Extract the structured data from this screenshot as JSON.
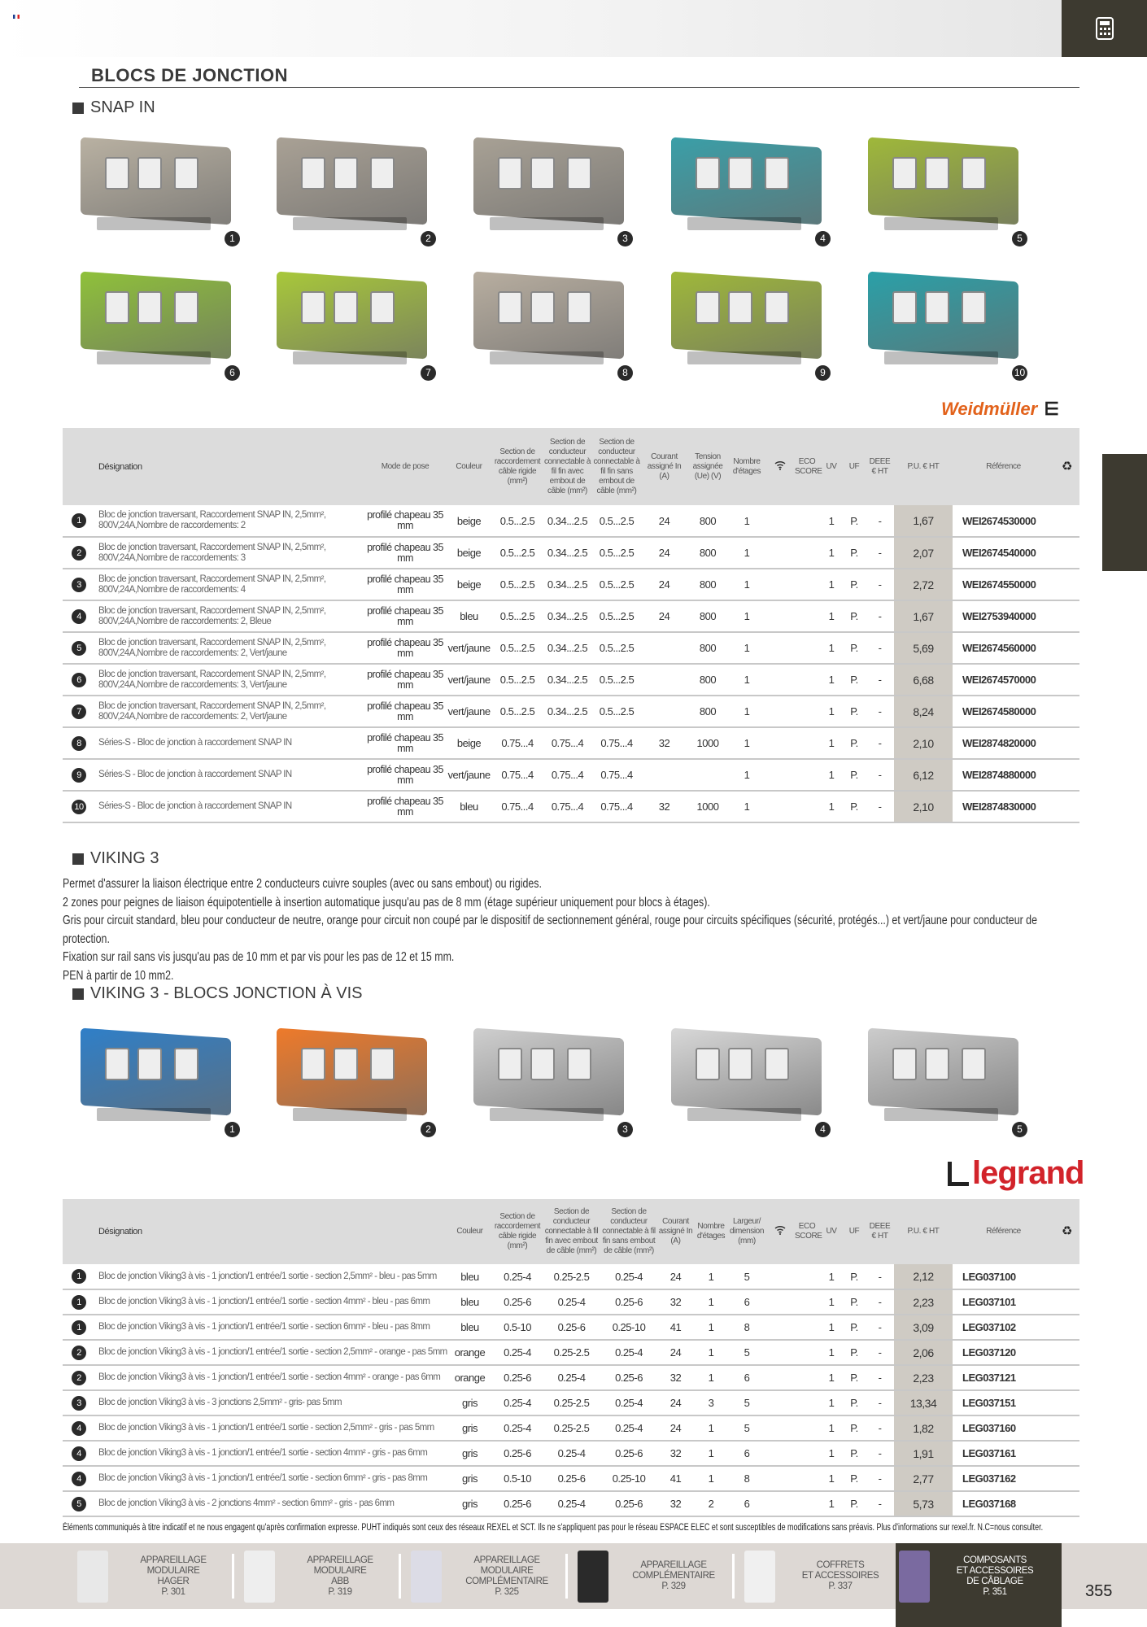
{
  "header": {
    "title": "BLOCS DE JONCTION",
    "calculator_icon": "calculator-icon"
  },
  "snap_in": {
    "heading": "SNAP IN",
    "brand": "Weidmüller",
    "image_numbers": [
      "1",
      "2",
      "3",
      "4",
      "5",
      "6",
      "7",
      "8",
      "9",
      "10"
    ],
    "image_colors": [
      "#b9b1a2",
      "#a9a195",
      "#a8a195",
      "#3a9fa8",
      "#9fb83a",
      "#8fc13a",
      "#a8c83a",
      "#b8aea0",
      "#9fb83a",
      "#2aa0a8"
    ]
  },
  "table1": {
    "headers": [
      "",
      "Désignation",
      "Mode de pose",
      "Couleur",
      "Section de raccordement câble rigide (mm²)",
      "Section de conducteur connectable à fil fin avec embout de câble (mm²)",
      "Section de conducteur connectable à fil fin sans embout de câble (mm²)",
      "Courant assigné In (A)",
      "Tension assignée (Ue) (V)",
      "Nombre d'étages",
      "",
      "ECO SCORE",
      "UV",
      "UF",
      "DEEE € HT",
      "P.U. € HT",
      "Référence",
      ""
    ],
    "rows": [
      [
        "1",
        "Bloc de jonction traversant, Raccordement SNAP IN, 2,5mm², 800V,24A,Nombre de raccordements: 2",
        "profilé chapeau 35 mm",
        "beige",
        "0.5...2.5",
        "0.34...2.5",
        "0.5...2.5",
        "24",
        "800",
        "1",
        "",
        "",
        "1",
        "P.",
        "-",
        "1,67",
        "WEI2674530000"
      ],
      [
        "2",
        "Bloc de jonction traversant, Raccordement SNAP IN, 2,5mm², 800V,24A,Nombre de raccordements: 3",
        "profilé chapeau 35 mm",
        "beige",
        "0.5...2.5",
        "0.34...2.5",
        "0.5...2.5",
        "24",
        "800",
        "1",
        "",
        "",
        "1",
        "P.",
        "-",
        "2,07",
        "WEI2674540000"
      ],
      [
        "3",
        "Bloc de jonction traversant, Raccordement SNAP IN, 2,5mm², 800V,24A,Nombre de raccordements: 4",
        "profilé chapeau 35 mm",
        "beige",
        "0.5...2.5",
        "0.34...2.5",
        "0.5...2.5",
        "24",
        "800",
        "1",
        "",
        "",
        "1",
        "P.",
        "-",
        "2,72",
        "WEI2674550000"
      ],
      [
        "4",
        "Bloc de jonction traversant, Raccordement SNAP IN, 2,5mm², 800V,24A,Nombre de raccordements: 2, Bleue",
        "profilé chapeau 35 mm",
        "bleu",
        "0.5...2.5",
        "0.34...2.5",
        "0.5...2.5",
        "24",
        "800",
        "1",
        "",
        "",
        "1",
        "P.",
        "-",
        "1,67",
        "WEI2753940000"
      ],
      [
        "5",
        "Bloc de jonction traversant, Raccordement SNAP IN, 2,5mm², 800V,24A,Nombre de raccordements: 2, Vert/jaune",
        "profilé chapeau 35 mm",
        "vert/jaune",
        "0.5...2.5",
        "0.34...2.5",
        "0.5...2.5",
        "",
        "800",
        "1",
        "",
        "",
        "1",
        "P.",
        "-",
        "5,69",
        "WEI2674560000"
      ],
      [
        "6",
        "Bloc de jonction traversant, Raccordement SNAP IN, 2,5mm², 800V,24A,Nombre de raccordements: 3, Vert/jaune",
        "profilé chapeau 35 mm",
        "vert/jaune",
        "0.5...2.5",
        "0.34...2.5",
        "0.5...2.5",
        "",
        "800",
        "1",
        "",
        "",
        "1",
        "P.",
        "-",
        "6,68",
        "WEI2674570000"
      ],
      [
        "7",
        "Bloc de jonction traversant, Raccordement SNAP IN, 2,5mm², 800V,24A,Nombre de raccordements: 2, Vert/jaune",
        "profilé chapeau 35 mm",
        "vert/jaune",
        "0.5...2.5",
        "0.34...2.5",
        "0.5...2.5",
        "",
        "800",
        "1",
        "",
        "",
        "1",
        "P.",
        "-",
        "8,24",
        "WEI2674580000"
      ],
      [
        "8",
        "Séries-S - Bloc de jonction à raccordement SNAP IN",
        "profilé chapeau 35 mm",
        "beige",
        "0.75...4",
        "0.75...4",
        "0.75...4",
        "32",
        "1000",
        "1",
        "",
        "",
        "1",
        "P.",
        "-",
        "2,10",
        "WEI2874820000"
      ],
      [
        "9",
        "Séries-S - Bloc de jonction à raccordement SNAP IN",
        "profilé chapeau 35 mm",
        "vert/jaune",
        "0.75...4",
        "0.75...4",
        "0.75...4",
        "",
        "",
        "1",
        "",
        "",
        "1",
        "P.",
        "-",
        "6,12",
        "WEI2874880000"
      ],
      [
        "10",
        "Séries-S - Bloc de jonction à raccordement SNAP IN",
        "profilé chapeau 35 mm",
        "bleu",
        "0.75...4",
        "0.75...4",
        "0.75...4",
        "32",
        "1000",
        "1",
        "",
        "",
        "1",
        "P.",
        "-",
        "2,10",
        "WEI2874830000"
      ]
    ]
  },
  "viking": {
    "heading": "VIKING 3",
    "paragraph": [
      "Permet d'assurer la liaison électrique entre 2 conducteurs cuivre souples (avec ou sans embout) ou rigides.",
      "2 zones pour peignes de liaison équipotentielle à insertion automatique jusqu'au pas de 8 mm (étage supérieur uniquement pour blocs à étages).",
      "Gris pour circuit standard, bleu pour conducteur de neutre, orange pour circuit non coupé par le dispositif de sectionnement général, rouge pour circuits spécifiques (sécurité, protégés...) et vert/jaune pour conducteur de protection.",
      "Fixation sur rail sans vis jusqu'au pas de 10 mm et par vis pour les pas de 12 et 15 mm.",
      "PEN à partir de 10 mm2."
    ]
  },
  "viking_vis": {
    "heading": "VIKING 3 - BLOCS JONCTION À VIS",
    "brand": "legrand",
    "image_numbers": [
      "1",
      "2",
      "3",
      "4",
      "5"
    ],
    "image_colors": [
      "#2f7fc8",
      "#ee7a2a",
      "#cfcfcf",
      "#d8d8d8",
      "#cccccc"
    ]
  },
  "table2": {
    "headers": [
      "",
      "Désignation",
      "Couleur",
      "Section de raccordement câble rigide (mm²)",
      "Section de conducteur connectable à fil fin avec embout de câble (mm²)",
      "Section de conducteur connectable à fil fin sans embout de câble (mm²)",
      "Courant assigné In (A)",
      "Nombre d'étages",
      "Largeur/ dimension (mm)",
      "",
      "ECO SCORE",
      "UV",
      "UF",
      "DEEE € HT",
      "P.U. € HT",
      "Référence",
      ""
    ],
    "rows": [
      [
        "1",
        "Bloc de jonction Viking3 à vis - 1 jonction/1 entrée/1 sortie - section 2,5mm² - bleu - pas 5mm",
        "bleu",
        "0.25-4",
        "0.25-2.5",
        "0.25-4",
        "24",
        "1",
        "5",
        "",
        "",
        "1",
        "P.",
        "-",
        "2,12",
        "LEG037100"
      ],
      [
        "1",
        "Bloc de jonction Viking3 à vis - 1 jonction/1 entrée/1 sortie - section 4mm² - bleu - pas 6mm",
        "bleu",
        "0.25-6",
        "0.25-4",
        "0.25-6",
        "32",
        "1",
        "6",
        "",
        "",
        "1",
        "P.",
        "-",
        "2,23",
        "LEG037101"
      ],
      [
        "1",
        "Bloc de jonction Viking3 à vis - 1 jonction/1 entrée/1 sortie - section 6mm² - bleu - pas 8mm",
        "bleu",
        "0.5-10",
        "0.25-6",
        "0.25-10",
        "41",
        "1",
        "8",
        "",
        "",
        "1",
        "P.",
        "-",
        "3,09",
        "LEG037102"
      ],
      [
        "2",
        "Bloc de jonction Viking3 à vis - 1 jonction/1 entrée/1 sortie - section 2,5mm² - orange - pas 5mm",
        "orange",
        "0.25-4",
        "0.25-2.5",
        "0.25-4",
        "24",
        "1",
        "5",
        "",
        "",
        "1",
        "P.",
        "-",
        "2,06",
        "LEG037120"
      ],
      [
        "2",
        "Bloc de jonction Viking3 à vis - 1 jonction/1 entrée/1 sortie - section 4mm² - orange - pas 6mm",
        "orange",
        "0.25-6",
        "0.25-4",
        "0.25-6",
        "32",
        "1",
        "6",
        "",
        "",
        "1",
        "P.",
        "-",
        "2,23",
        "LEG037121"
      ],
      [
        "3",
        "Bloc de jonction Viking3 à vis - 3 jonctions 2,5mm² - gris- pas 5mm",
        "gris",
        "0.25-4",
        "0.25-2.5",
        "0.25-4",
        "24",
        "3",
        "5",
        "",
        "",
        "1",
        "P.",
        "-",
        "13,34",
        "LEG037151"
      ],
      [
        "4",
        "Bloc de jonction Viking3 à vis - 1 jonction/1 entrée/1 sortie - section 2,5mm² - gris - pas 5mm",
        "gris",
        "0.25-4",
        "0.25-2.5",
        "0.25-4",
        "24",
        "1",
        "5",
        "",
        "",
        "1",
        "P.",
        "-",
        "1,82",
        "LEG037160"
      ],
      [
        "4",
        "Bloc de jonction Viking3 à vis - 1 jonction/1 entrée/1 sortie - section 4mm² - gris - pas 6mm",
        "gris",
        "0.25-6",
        "0.25-4",
        "0.25-6",
        "32",
        "1",
        "6",
        "",
        "",
        "1",
        "P.",
        "-",
        "1,91",
        "LEG037161"
      ],
      [
        "4",
        "Bloc de jonction Viking3 à vis - 1 jonction/1 entrée/1 sortie - section 6mm² - gris - pas 8mm",
        "gris",
        "0.5-10",
        "0.25-6",
        "0.25-10",
        "41",
        "1",
        "8",
        "",
        "",
        "1",
        "P.",
        "-",
        "2,77",
        "LEG037162"
      ],
      [
        "5",
        "Bloc de jonction Viking3 à vis - 2 jonctions 4mm² - section 6mm² - gris - pas 6mm",
        "gris",
        "0.25-6",
        "0.25-4",
        "0.25-6",
        "32",
        "2",
        "6",
        "",
        "",
        "1",
        "P.",
        "-",
        "5,73",
        "LEG037168"
      ]
    ]
  },
  "footer_note": "Éléments communiqués à titre indicatif et ne nous engagent qu'après confirmation expresse. PUHT indiqués sont ceux des réseaux REXEL et SCT. Ils ne s'appliquent pas pour le réseau ESPACE ELEC et sont susceptibles de modifications sans préavis. Plus d'informations sur rexel.fr. N.C=nous consulter.",
  "bottom_nav": [
    {
      "lines": [
        "APPAREILLAGE",
        "MODULAIRE",
        "HAGER",
        "P. 301"
      ]
    },
    {
      "lines": [
        "APPAREILLAGE",
        "MODULAIRE",
        "ABB",
        "P. 319"
      ]
    },
    {
      "lines": [
        "APPAREILLAGE",
        "MODULAIRE",
        "COMPLÉMENTAIRE",
        "P. 325"
      ]
    },
    {
      "lines": [
        "APPAREILLAGE",
        "COMPLÉMENTAIRE",
        "P. 329"
      ]
    },
    {
      "lines": [
        "COFFRETS",
        "ET ACCESSOIRES",
        "P. 337"
      ]
    },
    {
      "lines": [
        "COMPOSANTS",
        "ET ACCESSOIRES",
        "DE CÂBLAGE",
        "P. 351"
      ],
      "active": true
    }
  ],
  "page_number": "355",
  "colors": {
    "dark": "#3d3a30",
    "price_bg": "#cfcbc4",
    "header_bg": "#dcdcdc",
    "weidmuller": "#e2621b",
    "legrand": "#d2232a"
  }
}
